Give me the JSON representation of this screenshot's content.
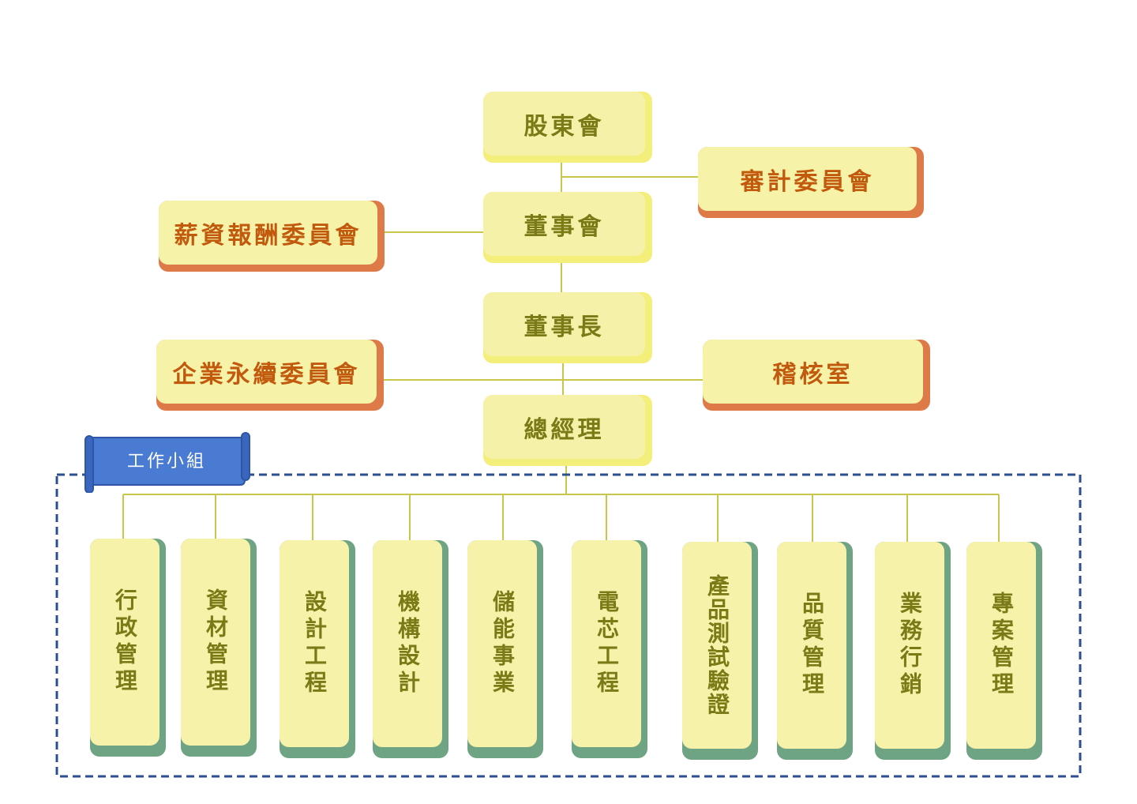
{
  "colors": {
    "connector": "#c9c64a",
    "group_border": "#2e4f8f",
    "main_text": "#7a7a16",
    "committee_text": "#c25a0e",
    "box_fill": "#f6f2a8",
    "committee_shadow": "#dd7a48",
    "dept_shadow": "#6ea483",
    "banner_fill": "#4a7bd2"
  },
  "hierarchy": {
    "shareholders": "股東會",
    "board": "董事會",
    "chairman": "董事長",
    "general_manager": "總經理"
  },
  "committees": {
    "audit": "審計委員會",
    "compensation": "薪資報酬委員會",
    "sustainability": "企業永續委員會",
    "internal_audit": "稽核室"
  },
  "work_group": {
    "banner": "工作小組",
    "departments": [
      "行政管理",
      "資材管理",
      "設計工程",
      "機構設計",
      "儲能事業",
      "電芯工程",
      "產品測試驗證",
      "品質管理",
      "業務行銷",
      "專案管理"
    ]
  }
}
